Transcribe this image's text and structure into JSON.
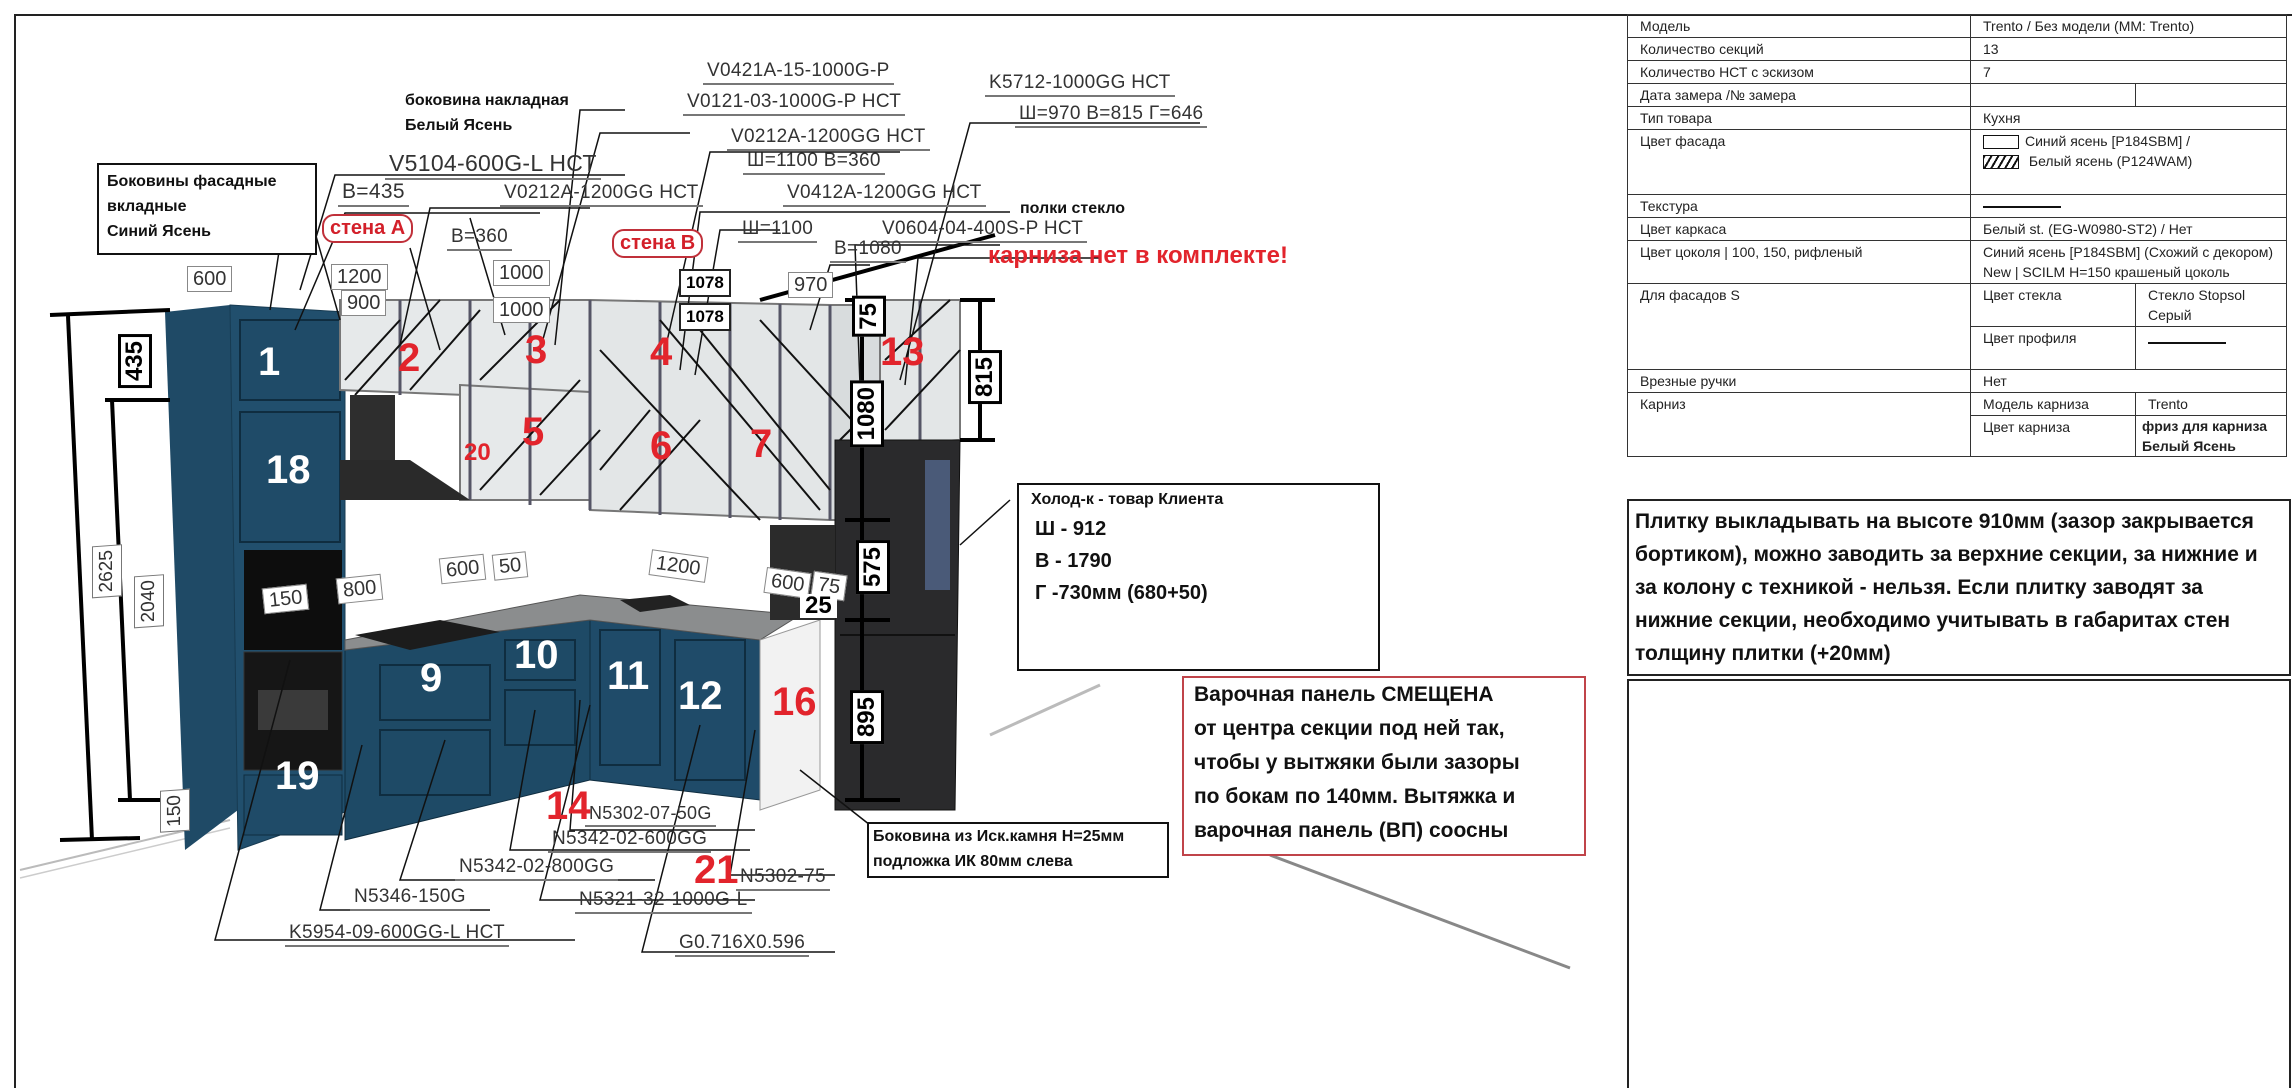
{
  "spec_table": {
    "rows": [
      {
        "key": "Модель",
        "value": "Trento / Без модели (MM: Trento)"
      },
      {
        "key": "Количество секций",
        "value": "13"
      },
      {
        "key": "Количество НСТ с эскизом",
        "value": "7"
      },
      {
        "key": "Дата замера /№ замера",
        "value": "",
        "value2": ""
      },
      {
        "key": "Тип товара",
        "value": "Кухня"
      },
      {
        "key": "Цвет фасада",
        "value": "Синий ясень [P184SBM] /",
        "value2": "Белый ясень (P124WAM)"
      },
      {
        "key": "Текстура",
        "value": ""
      },
      {
        "key": "Цвет каркаса",
        "value": "Белый st. (EG-W0980-ST2)  / Нет"
      },
      {
        "key": "Цвет цоколя | 100, 150, рифленый",
        "value": "Синий ясень [P184SBM] (Схожий с декором) New | SCILM H=150 крашеный цоколь"
      },
      {
        "key": "Для фасадов S",
        "sub": [
          {
            "key": "Цвет стекла",
            "value": "Стекло Stopsol Серый"
          },
          {
            "key": "Цвет профиля",
            "value": ""
          }
        ]
      },
      {
        "key": "Врезные ручки",
        "value": "Нет"
      },
      {
        "key": "Карниз",
        "sub": [
          {
            "key": "Модель карниза",
            "value": "Trento"
          },
          {
            "key": "Цвет карниза",
            "value": "фриз для карниза Белый Ясень"
          }
        ]
      }
    ]
  },
  "tile_note": "Плитку выкладывать на высоте 910мм (зазор закрывается бортиком), можно заводить за верхние секции, за нижние и за колону с техникой - нельзя. Если плитку заводят за нижние секции, необходимо учитывать в габаритах стен толщину плитки (+20мм)",
  "drawing": {
    "upper_labels": {
      "v0421": "V0421A-15-1000G-P",
      "v0121": "V0121-03-1000G-P НСТ",
      "bokovina_1": "боковина накладная",
      "bokovina_2": "Белый Ясень",
      "v5104": "V5104-600G-L НСТ",
      "b435": "В=435",
      "v0212a_1": "V0212A-1200GG НСТ",
      "b360": "В=360",
      "v0212a_2": "V0212A-1200GG НСТ",
      "w1100_b360": "Ш=1100 В=360",
      "v0412a": "V0412A-1200GG НСТ",
      "w1100": "Ш=1100",
      "v0604": "V0604-04-400S-P НСТ",
      "b1080": "В=1080",
      "k5712": "K5712-1000GG НСТ",
      "w970": "Ш=970 В=815 Г=646",
      "shelves_glass": "полки стекло",
      "no_cornice": "карниза нет в комплекте!"
    },
    "walls": {
      "a": "стена А",
      "b": "стена В"
    },
    "facade_sides_note": [
      "Боковины фасадные",
      "вкладные",
      "Синий Ясень"
    ],
    "dimensions": {
      "d600": "600",
      "d1200": "1200",
      "d900": "900",
      "d1000a": "1000",
      "d1000b": "1000",
      "d1078a": "1078",
      "d1078b": "1078",
      "d970": "970",
      "d75": "75",
      "d1080": "1080",
      "d815": "815",
      "d575": "575",
      "d895": "895",
      "d435": "435",
      "d2625": "2625",
      "d2040": "2040",
      "d150v": "150",
      "d150": "150",
      "d800": "800",
      "d600b": "600",
      "d50": "50",
      "d1200b": "1200",
      "d600c": "600",
      "d75b": "75",
      "d25": "25"
    },
    "sections": {
      "s1": "1",
      "s2": "2",
      "s3": "3",
      "s4": "4",
      "s5": "5",
      "s6": "6",
      "s7": "7",
      "s9": "9",
      "s10": "10",
      "s11": "11",
      "s12": "12",
      "s13": "13",
      "s14": "14",
      "s16": "16",
      "s18": "18",
      "s19": "19",
      "s20": "20",
      "s21": "21"
    },
    "lower_labels": {
      "n5302_07": "N5302-07-50G",
      "n5342_600": "N5342-02-600GG",
      "n5342_800": "N5342-02-800GG",
      "n5302_75": "N5302-75",
      "n5346": "N5346-150G",
      "n5321": "N5321-32-1000G-L",
      "k5954": "K5954-09-600GG-L НСТ",
      "g0716": "G0.716X0.596"
    },
    "fridge_note": {
      "title": "Холод-к - товар Клиента",
      "w": "Ш - 912",
      "h": "В - 1790",
      "d": "Г -730мм (680+50)"
    },
    "hob_note": [
      "Варочная панель СМЕЩЕНА",
      "от центра секции под ней так,",
      "чтобы у вытжяки были зазоры",
      "по бокам по 140мм. Вытяжка и",
      "варочная панель (ВП) соосны"
    ],
    "stone_side_note": [
      "Боковина из Иск.камня H=25мм",
      "подложка ИК 80мм слева"
    ]
  },
  "colors": {
    "cabinet_blue": "#1e4a66",
    "accent_red": "#e2242c",
    "glass_grey": "#dfe3e4"
  }
}
